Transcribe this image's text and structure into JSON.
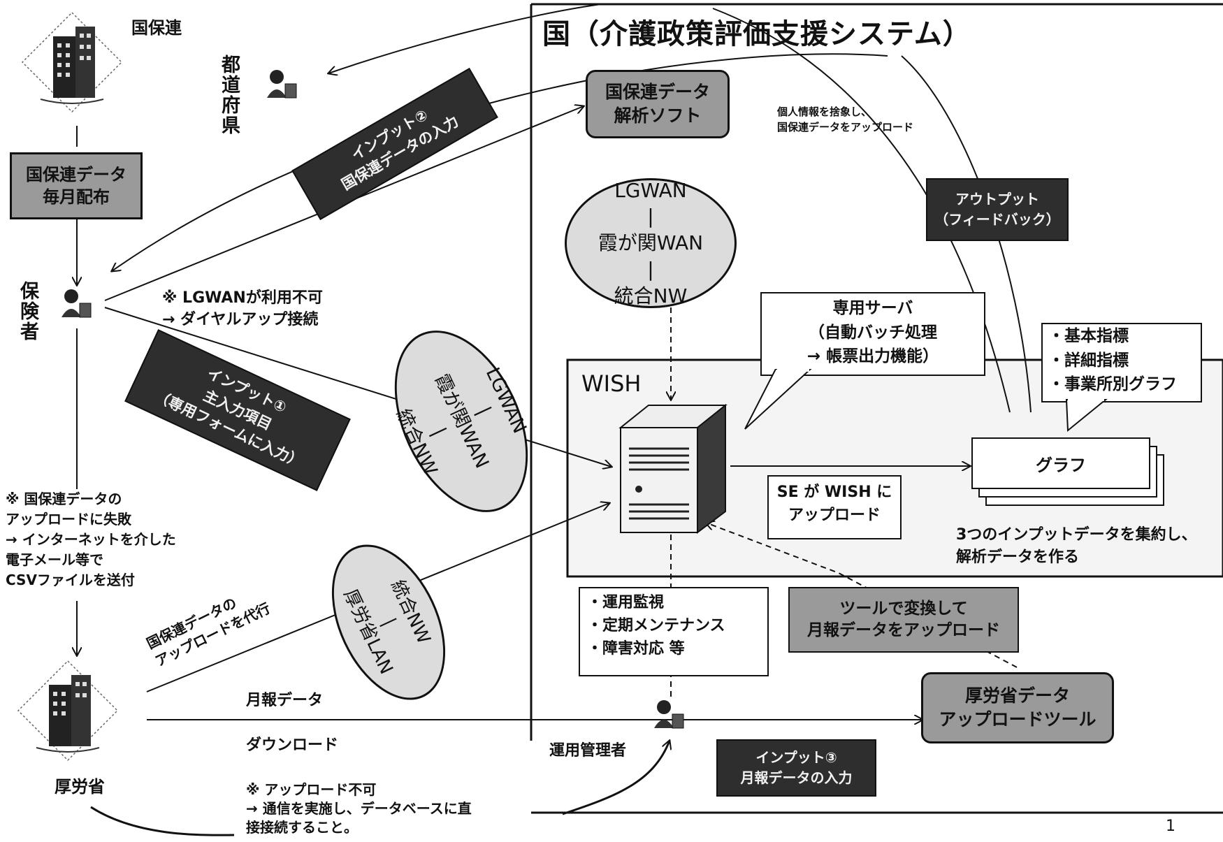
{
  "system_title": "国（介護政策評価支援システム）",
  "actors": {
    "kokuhoren": "国保連",
    "prefecture": "都道府県",
    "insurer": "保険者",
    "mhlw": "厚労省",
    "operator": "運用管理者"
  },
  "monthly_distribution": "国保連データ\n毎月配布",
  "analysis_software": "国保連データ\n解析ソフト",
  "anonymize_note": "個人情報を捨象し、\n国保連データをアップロード",
  "network_oval_top": "LGWAN\n|\n霞が関WAN\n|\n統合NW",
  "network_oval_mid": "LGWAN\n|\n霞が関WAN\n|\n統合NW",
  "network_oval_low": "統合NW\n|\n厚労省LAN",
  "input2": "インプット②\n国保連データの入力",
  "input1": "インプット①\n主入力項目\n（専用フォームに入力）",
  "input3": "インプット③\n月報データの入力",
  "output": "アウトプット\n（フィードバック）",
  "dialup_note": "※  LGWANが利用不可\n→  ダイヤルアップ接続",
  "dedicated_server": "専用サーバ\n（自動バッチ処理\n→  帳票出力機能）",
  "indicators": "・基本指標\n・詳細指標\n・事業所別グラフ",
  "wish_label": "WISH",
  "graph_label": "グラフ",
  "se_upload": "SE が WISH に\nアップロード",
  "aggregate_note": "3つのインプットデータを集約し、\n解析データを作る",
  "operations": "・運用監視\n・定期メンテナンス\n・障害対応  等",
  "tool_convert": "ツールで変換して\n月報データをアップロード",
  "mhlw_tool": "厚労省データ\nアップロードツール",
  "upload_fail_note": "※  国保連データの\n    アップロードに失敗\n→  インターネットを介した\n    電子メール等で\n    CSVファイルを送付",
  "proxy_upload": "国保連データの\nアップロードを代行",
  "monthly_data": "月報データ",
  "download": "ダウンロード",
  "upload_unavailable_note": "※  アップロード不可\n→  通信を実施し、データベースに直\n接接続すること。",
  "page_number": "1"
}
